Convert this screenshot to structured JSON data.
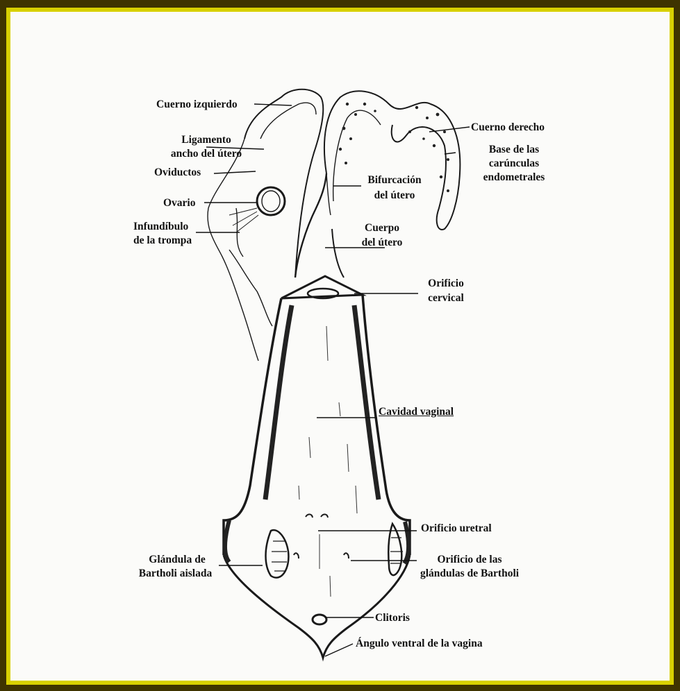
{
  "colors": {
    "frame_outer": "#3f3400",
    "frame_border": "#d8d000",
    "paper": "#fbfbf9",
    "ink": "#111111"
  },
  "labels": {
    "cuerno_izquierdo": "Cuerno izquierdo",
    "ligamento_1": "Ligamento",
    "ligamento_2": "ancho del útero",
    "oviductos": "Oviductos",
    "ovario": "Ovario",
    "infundibulo_1": "Infundíbulo",
    "infundibulo_2": "de la trompa",
    "cuerno_derecho": "Cuerno derecho",
    "base_1": "Base de las",
    "base_2": "carúnculas",
    "base_3": "endometrales",
    "bifurcacion_1": "Bifurcación",
    "bifurcacion_2": "del útero",
    "cuerpo_1": "Cuerpo",
    "cuerpo_2": "del útero",
    "orificio_cervical_1": "Orificio",
    "orificio_cervical_2": "cervical",
    "cavidad_vaginal": "Cavidad vaginal",
    "orificio_uretral": "Orificio uretral",
    "glandula_1": "Glándula de",
    "glandula_2": "Bartholi aislada",
    "orificio_glandulas_1": "Orificio de las",
    "orificio_glandulas_2": "glándulas de Bartholi",
    "clitoris": "Clitoris",
    "angulo": "Ángulo ventral de la vagina"
  }
}
